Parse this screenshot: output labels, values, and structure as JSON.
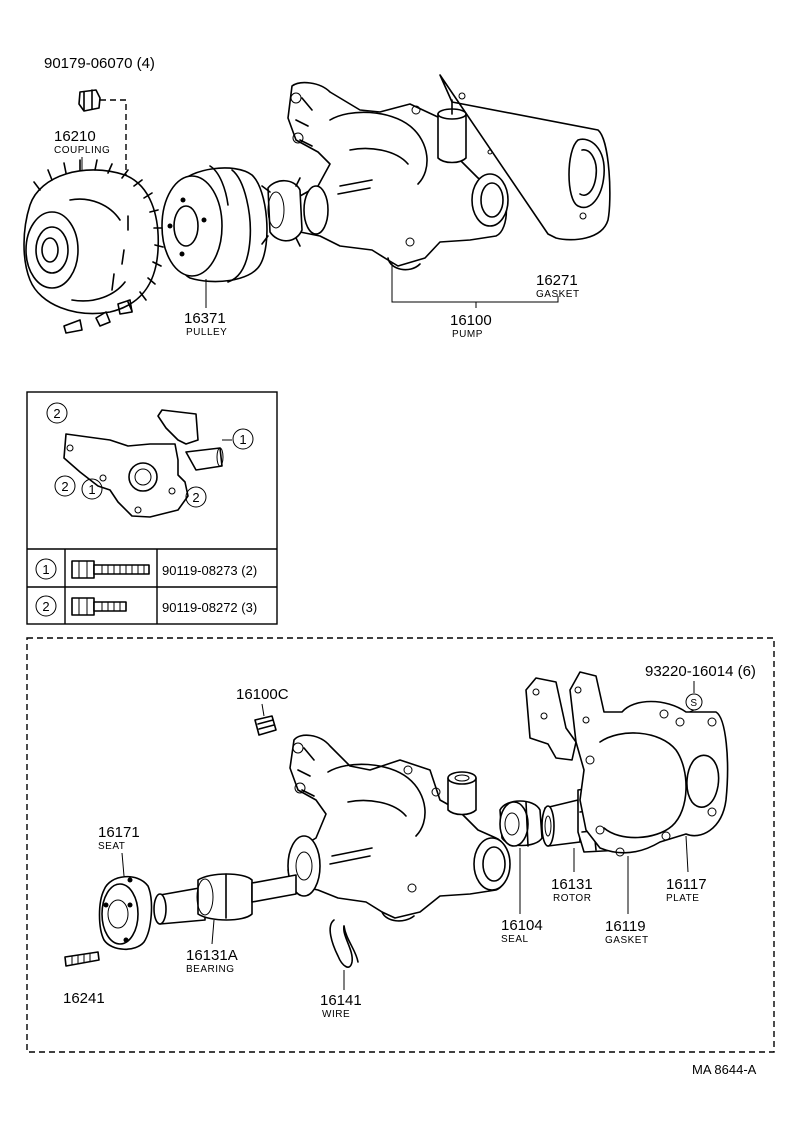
{
  "parts": {
    "bolt_90179": "90179-06070 (4)",
    "coupling_no": "16210",
    "coupling_name": "COUPLING",
    "pulley_no": "16371",
    "pulley_name": "PULLEY",
    "pump_no": "16100",
    "pump_name": "PUMP",
    "gasket_no": "16271",
    "gasket_name": "GASKET",
    "plug_no": "16100C",
    "stud_93220": "93220-16014 (6)",
    "stud_marker": "S",
    "seat_no": "16171",
    "seat_name": "SEAT",
    "bearing_no": "16131A",
    "bearing_name": "BEARING",
    "stud_no": "16241",
    "wire_no": "16141",
    "wire_name": "WIRE",
    "seal_no": "16104",
    "seal_name": "SEAL",
    "rotor_no": "16131",
    "rotor_name": "ROTOR",
    "gasket2_no": "16119",
    "gasket2_name": "GASKET",
    "plate_no": "16117",
    "plate_name": "PLATE"
  },
  "bolt_table": {
    "rows": [
      {
        "marker": "1",
        "part": "90119-08273 (2)"
      },
      {
        "marker": "2",
        "part": "90119-08272 (3)"
      }
    ],
    "detail_markers": [
      "2",
      "1",
      "2",
      "1",
      "2"
    ]
  },
  "footer": {
    "ref": "MA 8644-A"
  }
}
